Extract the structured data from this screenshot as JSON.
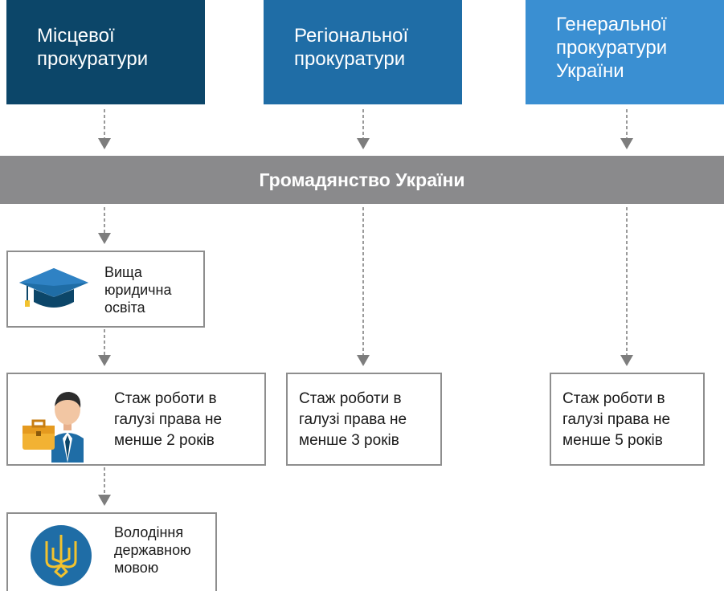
{
  "top_boxes": {
    "local": "Місцевої\nпрокуратури",
    "regional": "Регіональної\nпрокуратури",
    "general": "Генеральної\nпрокуратури\nУкраїни"
  },
  "band": {
    "label": "Громадянство України"
  },
  "requirements": {
    "education": "Вища\nюридична\nосвіта",
    "experience_local": "Стаж роботи в\nгалузі права не\nменше 2 років",
    "experience_regional": "Стаж роботи в\nгалузі права не\nменше 3 років",
    "experience_general": "Стаж роботи в\nгалузі права не\nменше 5 років",
    "language": "Володіння\nдержавною\nмовою"
  },
  "icons": {
    "education": "graduation-cap-icon",
    "experience": "businessman-briefcase-icon",
    "language": "trident-emblem-icon"
  },
  "colors": {
    "local": "#0c4669",
    "regional": "#1f6da6",
    "general": "#3a8fd2",
    "band": "#8a8a8c",
    "emblem_blue": "#1f6da6",
    "emblem_gold": "#f2c22e"
  }
}
